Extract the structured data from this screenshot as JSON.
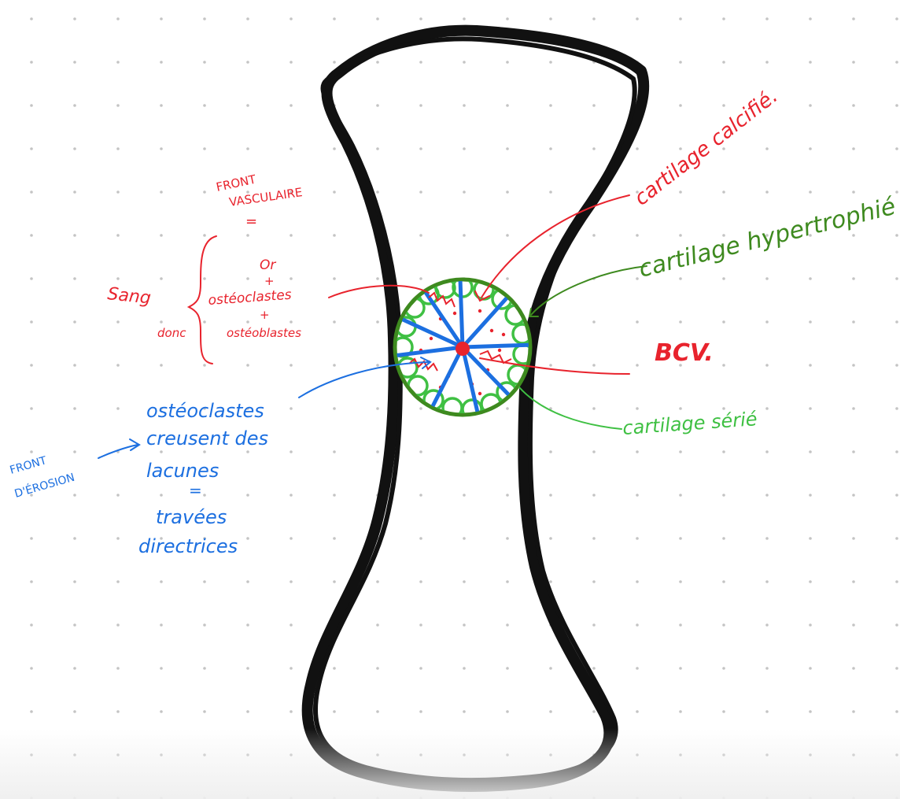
{
  "colors": {
    "bone": "#111111",
    "red": "#e8232d",
    "blue": "#1c6fe0",
    "green_dark": "#3e8a1f",
    "green_light": "#3fc043",
    "dot_grid": "#c8c8c8",
    "background": "#ffffff"
  },
  "labels": {
    "front_vasculaire_line1": "FRONT",
    "front_vasculaire_line2": "VASCULAIRE",
    "equals_red": "=",
    "sang": "Sang",
    "donc": "donc",
    "or_text": "Or",
    "plus1": "+",
    "osteoclastes_red": "ostéoclastes",
    "plus2": "+",
    "osteoblastes_red": "ostéoblastes",
    "cartilage_calcifie": "cartilage calcifié.",
    "cartilage_hypertrophie": "cartilage hypertrophié",
    "bcv": "BCV.",
    "cartilage_serie": "cartilage sérié",
    "osteoclastes_blue": "ostéoclastes",
    "creusent_des": "creusent des",
    "lacunes": "lacunes",
    "equals_blue": "=",
    "travees": "travées",
    "directrices": "directrices",
    "front_erosion_line1": "FRONT",
    "front_erosion_line2": "D'ÉROSION"
  }
}
